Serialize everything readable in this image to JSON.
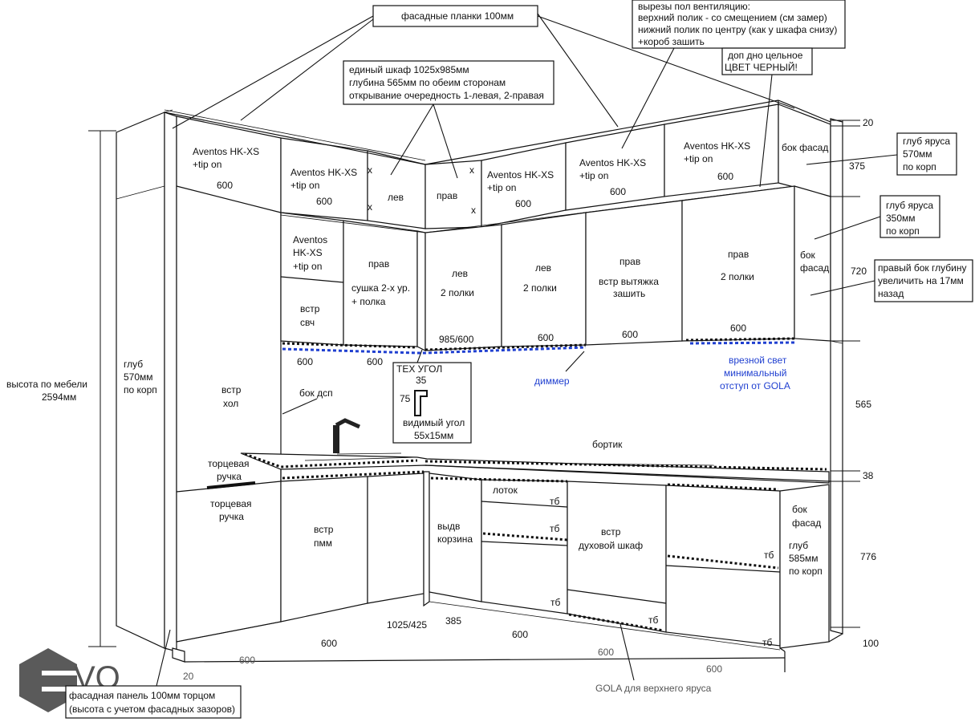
{
  "logo": {
    "text": "VO",
    "hex_color": "#595959"
  },
  "notes": {
    "fascia": "фасадные планки 100мм",
    "single_cabinet": [
      "единый шкаф 1025x985мм",
      "глубина 565мм по обеим сторонам",
      "открывание очередность 1-левая, 2-правая"
    ],
    "vent": [
      "вырезы пол вентиляцию:",
      "верхний полик - со смещением (см замер)",
      "нижний полик по центру (как у шкафа снизу)",
      "+короб зашить"
    ],
    "bottom_black": [
      "доп дно цельное",
      "ЦВЕТ ЧЕРНЫЙ!"
    ],
    "top_depth": [
      "глуб яруса",
      "570мм",
      "по корп"
    ],
    "mid_depth": [
      "глуб яруса",
      "350мм",
      "по корп"
    ],
    "right_side": [
      "правый бок глубину",
      "увеличить на 17мм",
      "назад"
    ],
    "tech_corner": "ТЕХ УГОЛ",
    "visible_corner": [
      "видимый угол",
      "55x15мм"
    ],
    "end_panel": [
      "фасадная панель 100мм торцом",
      "(высота с учетом фасадных зазоров)"
    ],
    "gola": "GOLA для верхнего яруса",
    "dimmer": "диммер",
    "light": [
      "врезной свет",
      "минимальный",
      "отступ от GOLA"
    ],
    "bortik": "бортик",
    "bok_dsp": "бок дсп",
    "height_total": [
      "высота по мебели",
      "2594мм"
    ],
    "left_depth": [
      "глуб",
      "570мм",
      "по корп"
    ],
    "bottom_right_depth": [
      "глуб",
      "585мм",
      "по корп"
    ],
    "bok_fasad_top": "бок фасад",
    "bok_fasad_mid": [
      "бок",
      "фасад"
    ],
    "bok_fasad_low": [
      "бок",
      "фасад"
    ],
    "end_handle_1": [
      "торцевая",
      "ручка"
    ],
    "end_handle_2": [
      "торцевая",
      "ручка"
    ]
  },
  "top_row": {
    "aventos_1": [
      "Aventos HK-XS",
      "+tip on",
      "600"
    ],
    "aventos_2": [
      "Aventos HK-XS",
      "+tip on",
      "600"
    ],
    "lev": "лев",
    "prav": "прав",
    "x": "x",
    "aventos_3": [
      "Aventos HK-XS",
      "+tip on",
      "600"
    ],
    "aventos_4": [
      "Aventos HK-XS",
      "+tip on",
      "600"
    ],
    "aventos_5": [
      "Aventos HK-XS",
      "+tip on",
      "600"
    ]
  },
  "upper_row": {
    "aventos": [
      "Aventos",
      "HK-XS",
      "+tip on"
    ],
    "microwave": [
      "встр",
      "свч"
    ],
    "dryer": [
      "прав",
      "сушка 2-х ур.",
      "+ полка"
    ],
    "corner_left": [
      "лев",
      "2 полки"
    ],
    "left2": [
      "лев",
      "2 полки"
    ],
    "hood": [
      "прав",
      "встр вытяжка",
      "зашить"
    ],
    "right": [
      "прав",
      "2 полки"
    ]
  },
  "lower_row": {
    "fridge": [
      "встр",
      "хол"
    ],
    "dishwasher": [
      "встр",
      "пмм"
    ],
    "basket": [
      "выдв",
      "корзина"
    ],
    "tray": "лоток",
    "tb": "тб",
    "oven": [
      "встр",
      "духовой шкаф"
    ]
  },
  "dimensions": {
    "d20_top": "20",
    "d375": "375",
    "d720": "720",
    "d565": "565",
    "d38": "38",
    "d776": "776",
    "d100": "100",
    "w600": "600",
    "w985_600": "985/600",
    "w1025_425": "1025/425",
    "w385": "385",
    "w20": "20",
    "t35": "35",
    "t75": "75"
  }
}
